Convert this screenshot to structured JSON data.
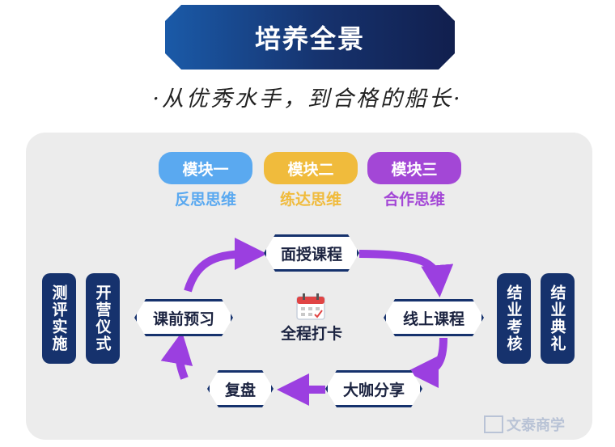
{
  "title": "培养全景",
  "subtitle": "·从优秀水手，到合格的船长·",
  "modules": [
    {
      "label": "模块一",
      "sub": "反思思维",
      "color": "#5aa9f0"
    },
    {
      "label": "模块二",
      "sub": "练达思维",
      "color": "#f0bb3c"
    },
    {
      "label": "模块三",
      "sub": "合作思维",
      "color": "#a347d6"
    }
  ],
  "side_left": [
    "测评实施",
    "开营仪式"
  ],
  "side_right": [
    "结业考核",
    "结业典礼"
  ],
  "cycle_steps": {
    "top": "面授课程",
    "right": "线上课程",
    "bottom_right": "大咖分享",
    "bottom_left": "复盘",
    "left": "课前预习"
  },
  "center": {
    "label": "全程打卡",
    "icon": "calendar-icon"
  },
  "watermark": "文泰商学",
  "colors": {
    "navy": "#16326d",
    "arrow": "#9b3fe0"
  }
}
